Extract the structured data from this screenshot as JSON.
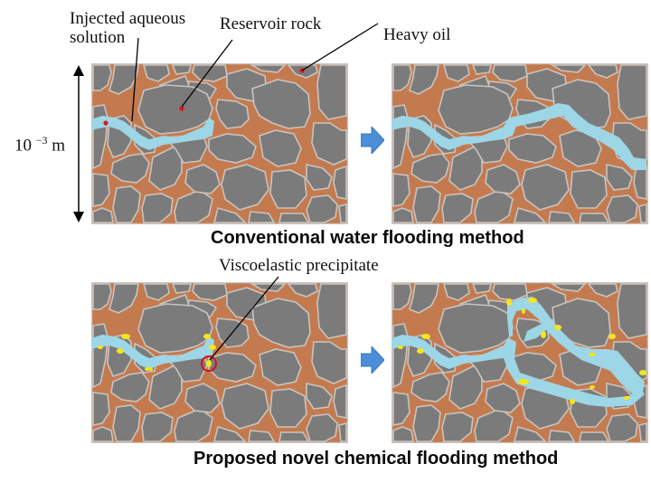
{
  "labels": {
    "injected_line1": "Injected aqueous",
    "injected_line2": "solution",
    "reservoir_rock": "Reservoir rock",
    "heavy_oil": "Heavy oil",
    "scale_base": "10",
    "scale_exp": "−3",
    "scale_unit": "m",
    "viscoelastic": "Viscoelastic precipitate"
  },
  "captions": {
    "conventional": "Conventional water flooding method",
    "proposed": "Proposed novel chemical flooding method"
  },
  "panels": [
    {
      "id": "conventional-before",
      "row": "conventional",
      "stage": "before"
    },
    {
      "id": "conventional-after",
      "row": "conventional",
      "stage": "after"
    },
    {
      "id": "proposed-before",
      "row": "proposed",
      "stage": "before"
    },
    {
      "id": "proposed-after",
      "row": "proposed",
      "stage": "after"
    }
  ],
  "colors": {
    "rock": "#7b7b7b",
    "rock_edge": "#c9c4bf",
    "oil": "#c47a4f",
    "water": "#9dd6e6",
    "precipitate": "#f5e51a",
    "marker": "#e0141c",
    "flow_arrow": "#4a8fd8"
  },
  "icons": {
    "flow_arrow": "right-arrow-icon",
    "scale_arrow": "double-vertical-arrow-icon"
  }
}
